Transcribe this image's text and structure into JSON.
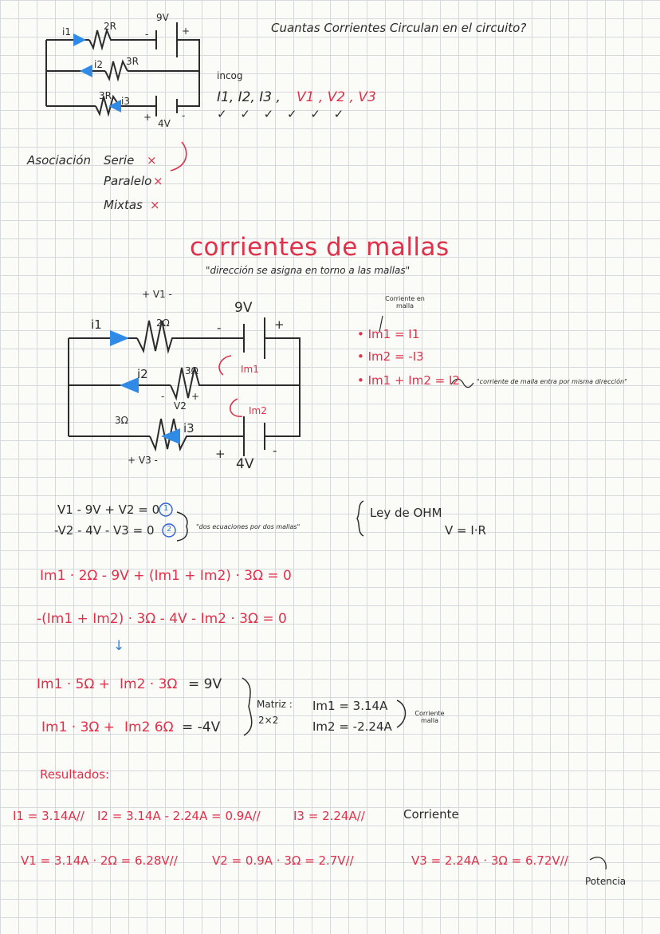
{
  "question": "Cuantas Corrientes Circulan en el circuito?",
  "small_circuit": {
    "r1": "2R",
    "r2": "3R",
    "r3": "3R",
    "i1": "i1",
    "i2": "i2",
    "i3": "i3",
    "v1": "9V",
    "v2": "4V",
    "minus": "-",
    "plus": "+"
  },
  "unknowns": {
    "label": "incog",
    "black_part": "I1, I2, I3 ,",
    "red_part": "V1 , V2 , V3",
    "checks": "✓ ✓ ✓ ✓ ✓ ✓"
  },
  "association": {
    "label": "Asociación",
    "items": [
      {
        "name": "Serie",
        "mark": "×"
      },
      {
        "name": "Paralelo",
        "mark": "×"
      },
      {
        "name": "Mixtas",
        "mark": "×"
      }
    ]
  },
  "title": "corrientes de mallas",
  "subtitle": "\"dirección se asigna en torno a las mallas\"",
  "big_circuit": {
    "v1_label": "+ V1 -",
    "v2_label": "V2",
    "v3_label": "+ V3 -",
    "r1": "2Ω",
    "r2": "3Ω",
    "r3": "3Ω",
    "i1": "i1",
    "i2": "i2",
    "i3": "i3",
    "source1": "9V",
    "source2": "4V",
    "mesh1": "Im1",
    "mesh2": "Im2",
    "minus": "-",
    "plus": "+"
  },
  "mesh_note": {
    "header": "Corriente en malla",
    "lines": [
      "• Im1 = I1",
      "• Im2 = -I3",
      "• Im1 + Im2 = I2"
    ],
    "comment": "\"corriente de malla entra por misma dirección\""
  },
  "kvl": {
    "eq1": "V1 - 9V + V2 = 0",
    "eq2": "-V2 - 4V - V3 = 0",
    "num1": "1",
    "num2": "2",
    "note": "\"dos ecuaciones por dos mallas\""
  },
  "ohm": {
    "title": "Ley de OHM",
    "formula": "V = I·R"
  },
  "substitution": {
    "eq1": "Im1 · 2Ω - 9V + (Im1 + Im2) · 3Ω = 0",
    "eq2": "-(Im1 + Im2) · 3Ω - 4V - Im2 · 3Ω = 0",
    "arrow": "↓"
  },
  "system": {
    "eq1_red1": "Im1 · 5Ω +",
    "eq1_red2": "Im2 · 3Ω",
    "eq1_black": "= 9V",
    "eq2_red1": "Im1 · 3Ω +",
    "eq2_red2": "Im2 6Ω",
    "eq2_black": "= -4V",
    "matrix": "Matriz :",
    "matrix_size": "2×2",
    "sol1": "Im1 = 3.14A",
    "sol2": "Im2 = -2.24A",
    "sol_note": "Corriente malla"
  },
  "results": {
    "label": "Resultados:",
    "currents": [
      "I1 = 3.14A//",
      "I2 = 3.14A - 2.24A = 0.9A//",
      "I3 = 2.24A//"
    ],
    "currents_tag": "Corriente",
    "voltages": [
      "V1 = 3.14A · 2Ω = 6.28V//",
      "V2 = 0.9A · 3Ω = 2.7V//",
      "V3 = 2.24A · 3Ω = 6.72V//"
    ],
    "voltages_tag": "Potencia"
  }
}
